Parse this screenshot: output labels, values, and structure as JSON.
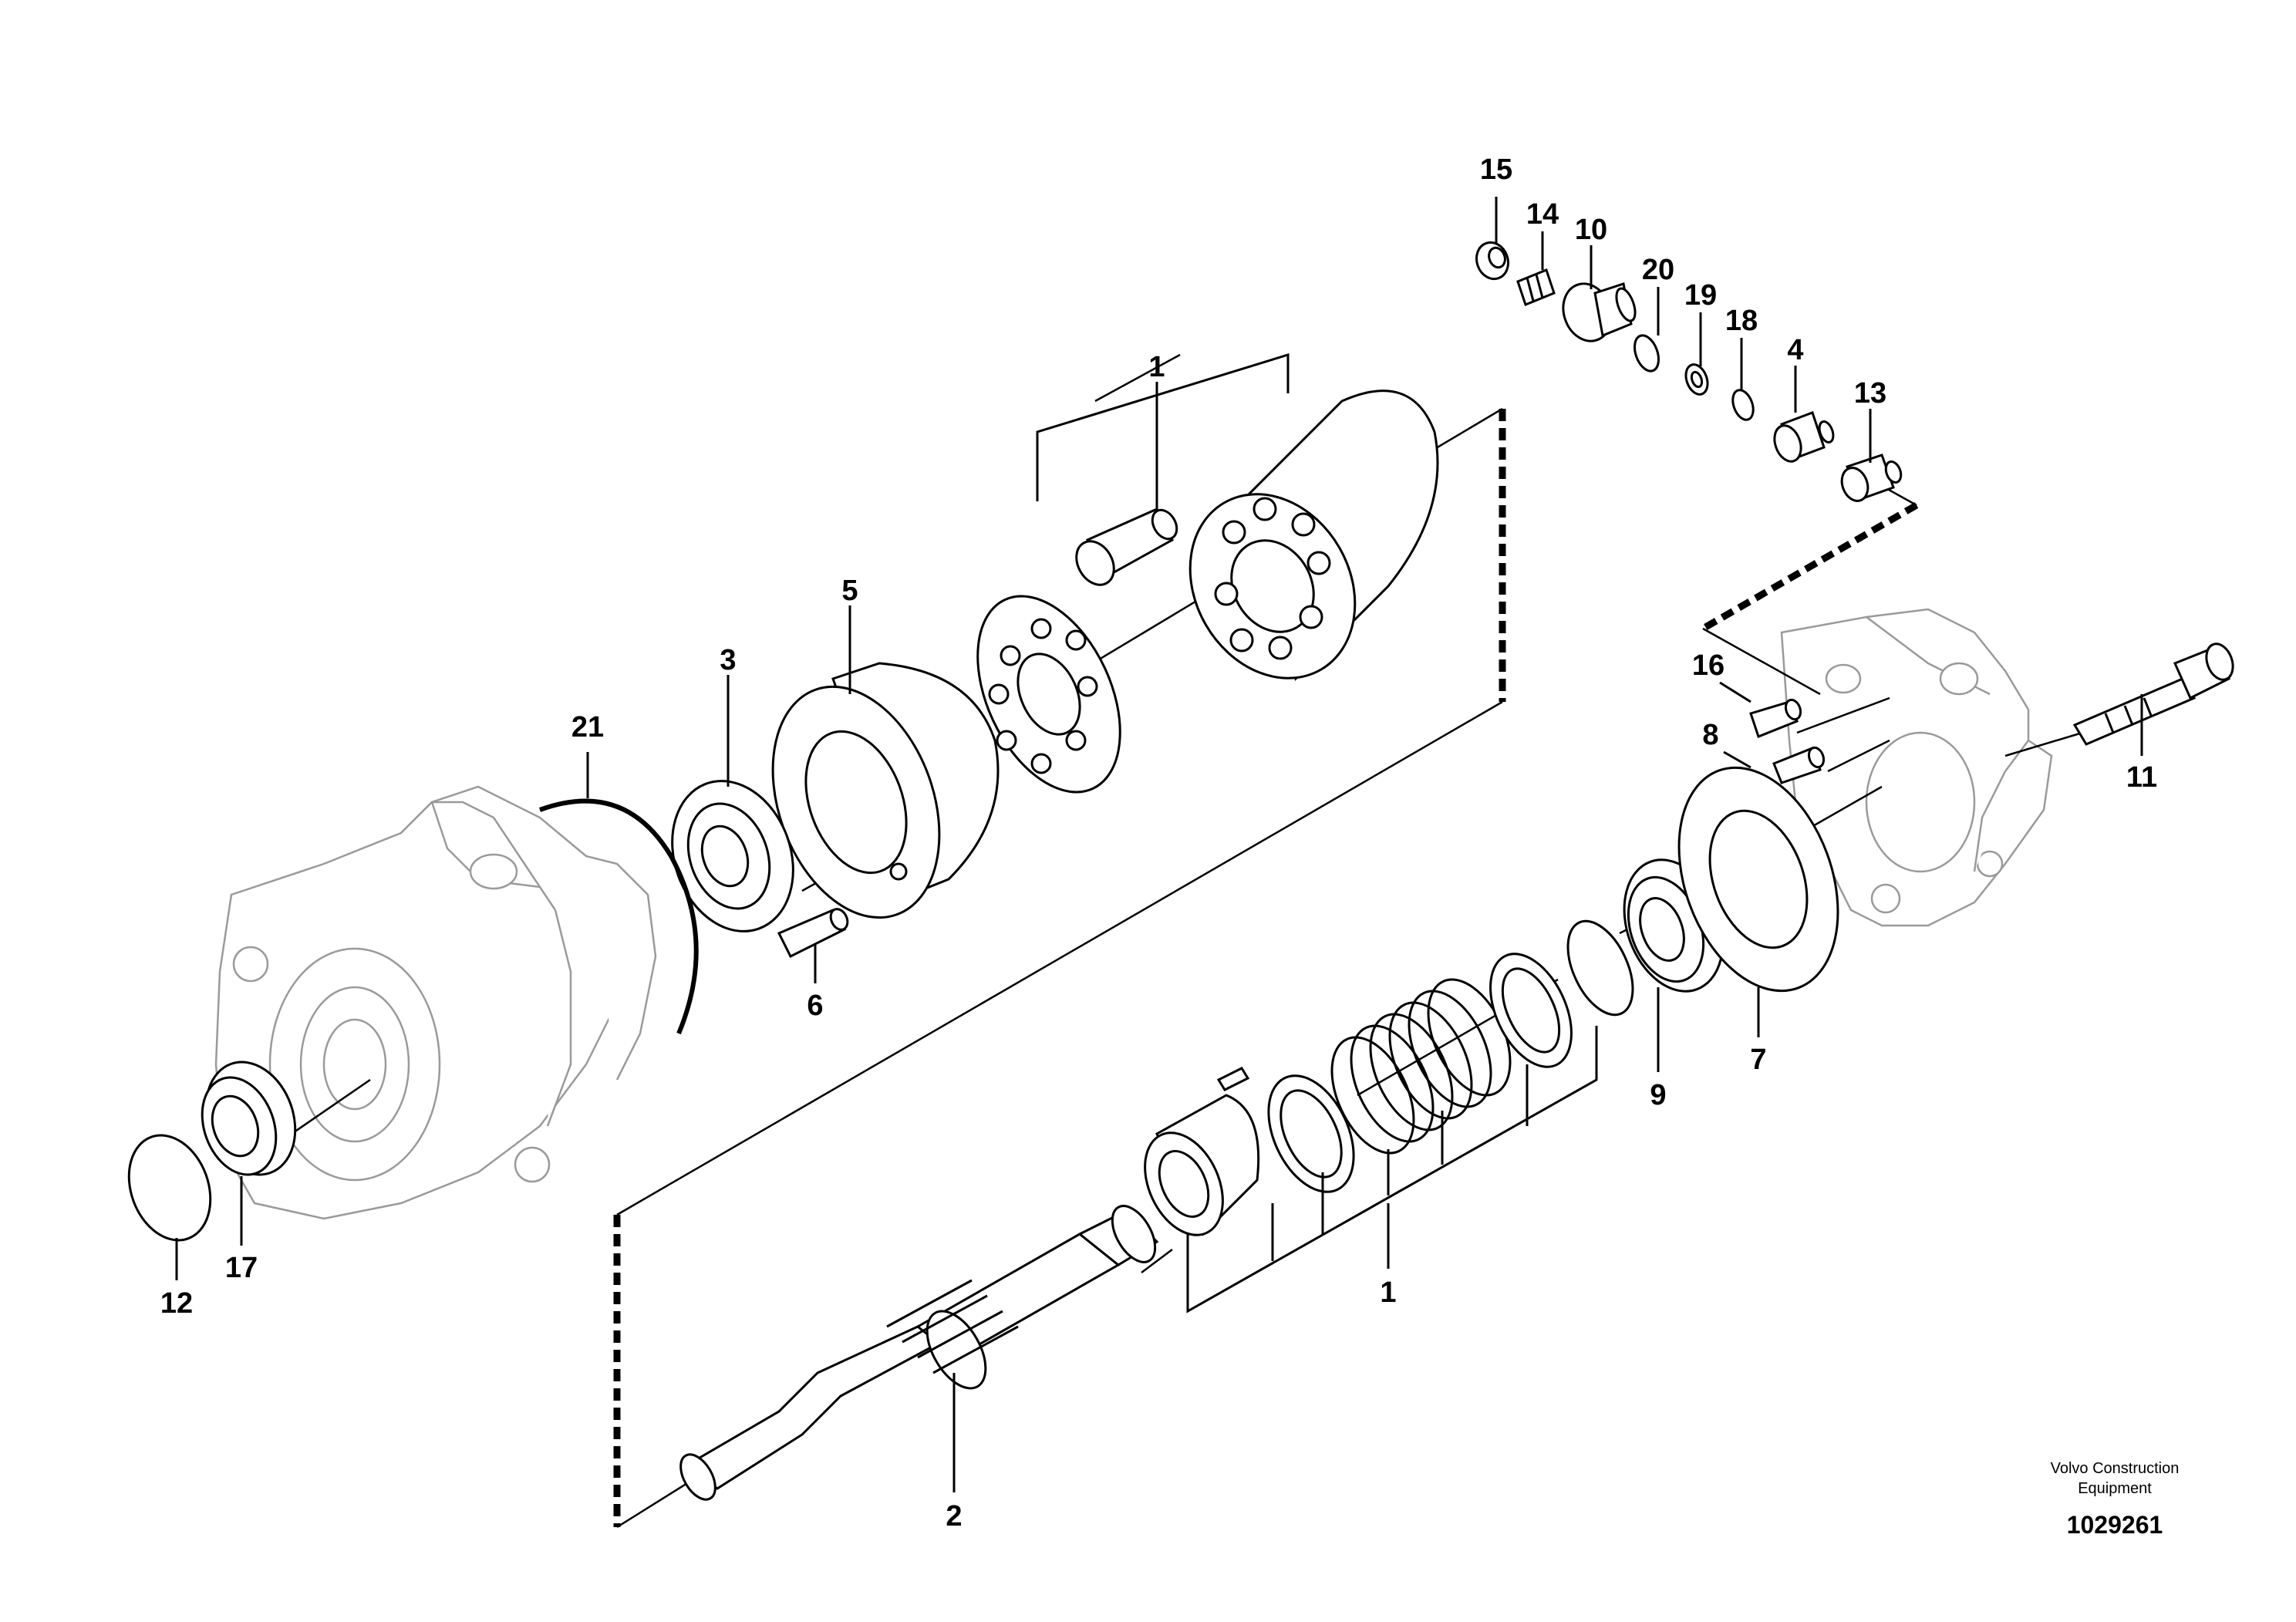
{
  "diagram": {
    "callouts": [
      {
        "id": "c1a",
        "label": "1"
      },
      {
        "id": "c1b",
        "label": "1"
      },
      {
        "id": "c2",
        "label": "2"
      },
      {
        "id": "c3",
        "label": "3"
      },
      {
        "id": "c4",
        "label": "4"
      },
      {
        "id": "c5",
        "label": "5"
      },
      {
        "id": "c6",
        "label": "6"
      },
      {
        "id": "c7",
        "label": "7"
      },
      {
        "id": "c8",
        "label": "8"
      },
      {
        "id": "c9",
        "label": "9"
      },
      {
        "id": "c10",
        "label": "10"
      },
      {
        "id": "c11",
        "label": "11"
      },
      {
        "id": "c12",
        "label": "12"
      },
      {
        "id": "c13",
        "label": "13"
      },
      {
        "id": "c14",
        "label": "14"
      },
      {
        "id": "c15",
        "label": "15"
      },
      {
        "id": "c16",
        "label": "16"
      },
      {
        "id": "c17",
        "label": "17"
      },
      {
        "id": "c18",
        "label": "18"
      },
      {
        "id": "c19",
        "label": "19"
      },
      {
        "id": "c20",
        "label": "20"
      },
      {
        "id": "c21",
        "label": "21"
      }
    ],
    "credit_line1": "Volvo Construction",
    "credit_line2": "Equipment",
    "document_number": "1029261"
  }
}
